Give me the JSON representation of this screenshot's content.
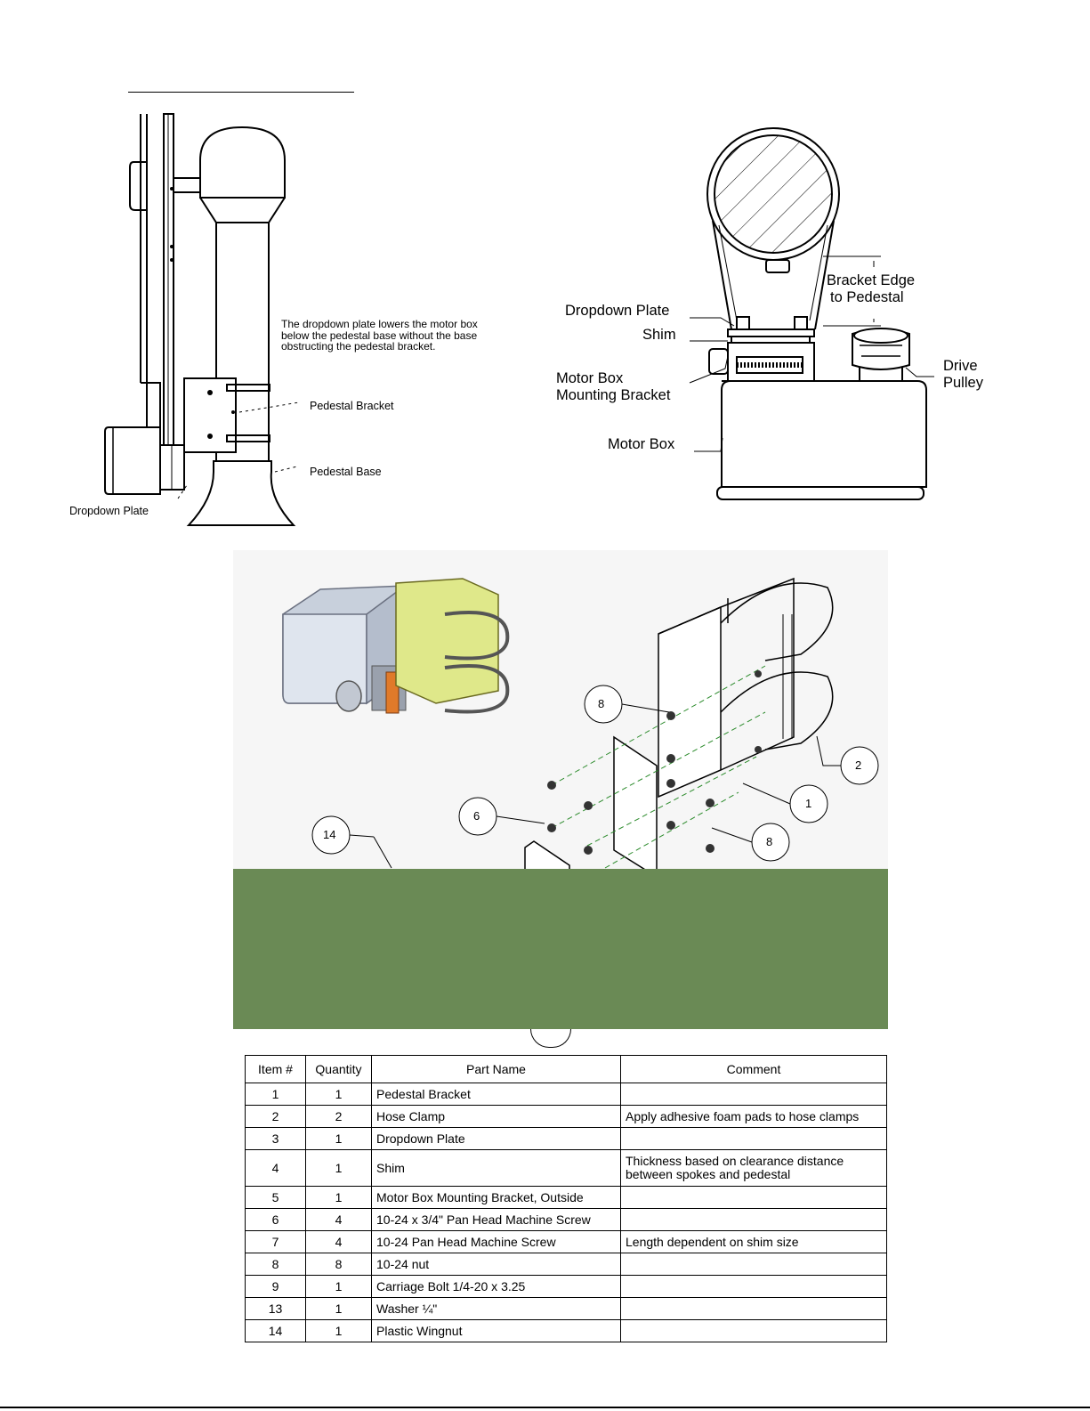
{
  "side_view": {
    "note": "The dropdown plate lowers the motor box below the pedestal base without the base obstructing the pedestal bracket.",
    "labels": {
      "pedestal_bracket": "Pedestal Bracket",
      "pedestal_base": "Pedestal Base",
      "dropdown_plate": "Dropdown Plate"
    }
  },
  "top_view": {
    "labels": {
      "bracket_edge_line1": "Bracket Edge",
      "bracket_edge_line2": "to Pedestal",
      "dropdown_plate": "Dropdown Plate",
      "shim": "Shim",
      "motor_box_mounting_line1": "Motor Box",
      "motor_box_mounting_line2": "Mounting Bracket",
      "motor_box": "Motor Box",
      "drive_line1": "Drive",
      "drive_line2": "Pulley"
    }
  },
  "exploded_view": {
    "callouts": [
      "8",
      "2",
      "1",
      "6",
      "8",
      "14"
    ]
  },
  "parts_table": {
    "headers": [
      "Item #",
      "Quantity",
      "Part Name",
      "Comment"
    ],
    "rows": [
      {
        "item": "1",
        "qty": "1",
        "name": "Pedestal Bracket",
        "comment": ""
      },
      {
        "item": "2",
        "qty": "2",
        "name": "Hose Clamp",
        "comment": "Apply adhesive foam pads to hose clamps"
      },
      {
        "item": "3",
        "qty": "1",
        "name": "Dropdown Plate",
        "comment": ""
      },
      {
        "item": "4",
        "qty": "1",
        "name": "Shim",
        "comment": "Thickness based on clearance distance between spokes and pedestal"
      },
      {
        "item": "5",
        "qty": "1",
        "name": "Motor Box Mounting Bracket, Outside",
        "comment": ""
      },
      {
        "item": "6",
        "qty": "4",
        "name": "10-24 x 3/4\" Pan Head Machine Screw",
        "comment": ""
      },
      {
        "item": "7",
        "qty": "4",
        "name": "10-24 Pan Head Machine Screw",
        "comment": "Length dependent on shim size"
      },
      {
        "item": "8",
        "qty": "8",
        "name": "10-24 nut",
        "comment": ""
      },
      {
        "item": "9",
        "qty": "1",
        "name": "Carriage Bolt 1/4-20 x 3.25",
        "comment": ""
      },
      {
        "item": "13",
        "qty": "1",
        "name": "Washer ¼\"",
        "comment": ""
      },
      {
        "item": "14",
        "qty": "1",
        "name": "Plastic Wingnut",
        "comment": ""
      }
    ]
  }
}
